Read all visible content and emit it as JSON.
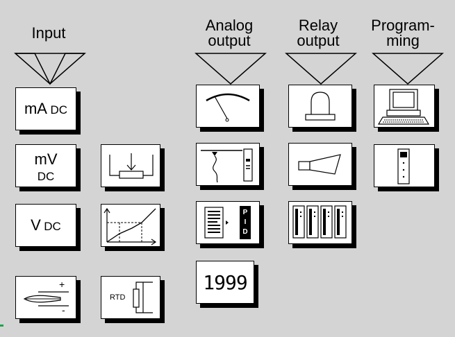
{
  "headers": {
    "input": "Input",
    "analog_line1": "Analog",
    "analog_line2": "output",
    "relay_line1": "Relay",
    "relay_line2": "output",
    "prog_line1": "Program-",
    "prog_line2": "ming"
  },
  "input": {
    "ma_main": "mA",
    "ma_unit": "DC",
    "mv_main": "mV",
    "mv_unit": "DC",
    "v_main": "V",
    "v_unit": "DC",
    "tc_plus": "+",
    "tc_minus": "-",
    "rtd_label": "RTD"
  },
  "analog": {
    "pid_letters": [
      "P",
      "I",
      "D"
    ],
    "display_value": "1999"
  },
  "colors": {
    "background": "#d4d4d4",
    "box_fill": "#ffffff",
    "shadow": "#000000"
  }
}
